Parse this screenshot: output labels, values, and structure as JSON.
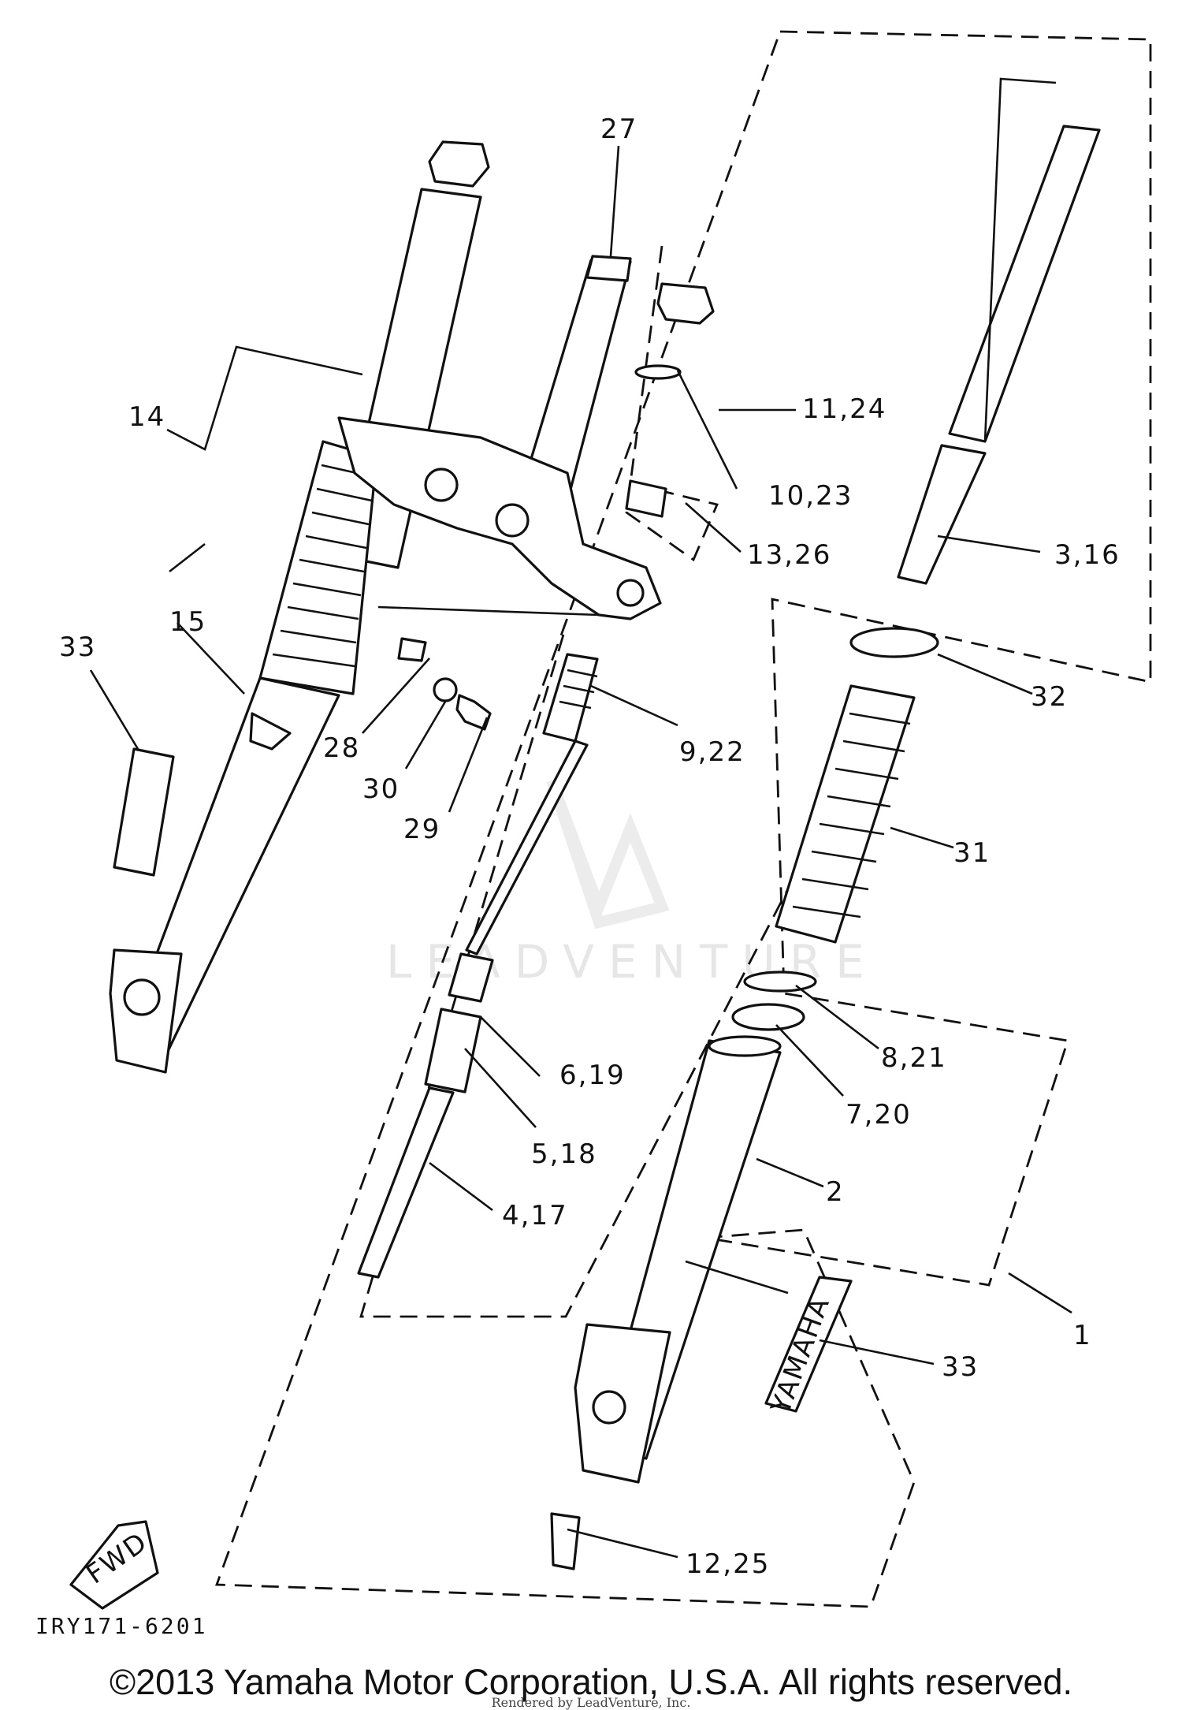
{
  "callouts": {
    "c14": "14",
    "c15": "15",
    "c33a": "33",
    "c27": "27",
    "c11_24": "11,24",
    "c10_23": "10,23",
    "c13_26": "13,26",
    "c3_16": "3,16",
    "c32": "32",
    "c31": "31",
    "c28": "28",
    "c30": "30",
    "c29": "29",
    "c9_22": "9,22",
    "c6_19": "6,19",
    "c5_18": "5,18",
    "c4_17": "4,17",
    "c8_21": "8,21",
    "c7_20": "7,20",
    "c2": "2",
    "c1": "1",
    "c33b": "33",
    "c12_25": "12,25"
  },
  "fwd_label": "FWD",
  "decal_text": "YAMAHA",
  "diagram_code": "IRY171-6201",
  "watermark": "LEADVENTURE",
  "copyright": "©2013 Yamaha Motor Corporation, U.S.A. All rights reserved.",
  "rendered_by": "Rendered by LeadVenture, Inc."
}
